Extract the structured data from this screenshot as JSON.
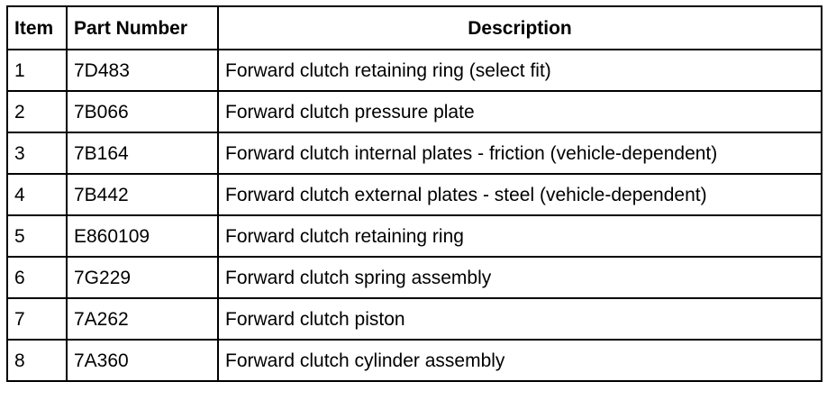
{
  "table": {
    "headers": {
      "item": "Item",
      "part_number": "Part Number",
      "description": "Description"
    },
    "rows": [
      {
        "item": "1",
        "part_number": "7D483",
        "description": "Forward clutch retaining ring (select fit)"
      },
      {
        "item": "2",
        "part_number": "7B066",
        "description": "Forward clutch pressure plate"
      },
      {
        "item": "3",
        "part_number": "7B164",
        "description": "Forward clutch internal plates - friction (vehicle-dependent)"
      },
      {
        "item": "4",
        "part_number": "7B442",
        "description": "Forward clutch external plates - steel (vehicle-dependent)"
      },
      {
        "item": "5",
        "part_number": "E860109",
        "description": "Forward clutch retaining ring"
      },
      {
        "item": "6",
        "part_number": "7G229",
        "description": "Forward clutch spring assembly"
      },
      {
        "item": "7",
        "part_number": "7A262",
        "description": "Forward clutch piston"
      },
      {
        "item": "8",
        "part_number": "7A360",
        "description": "Forward clutch cylinder assembly"
      }
    ]
  }
}
